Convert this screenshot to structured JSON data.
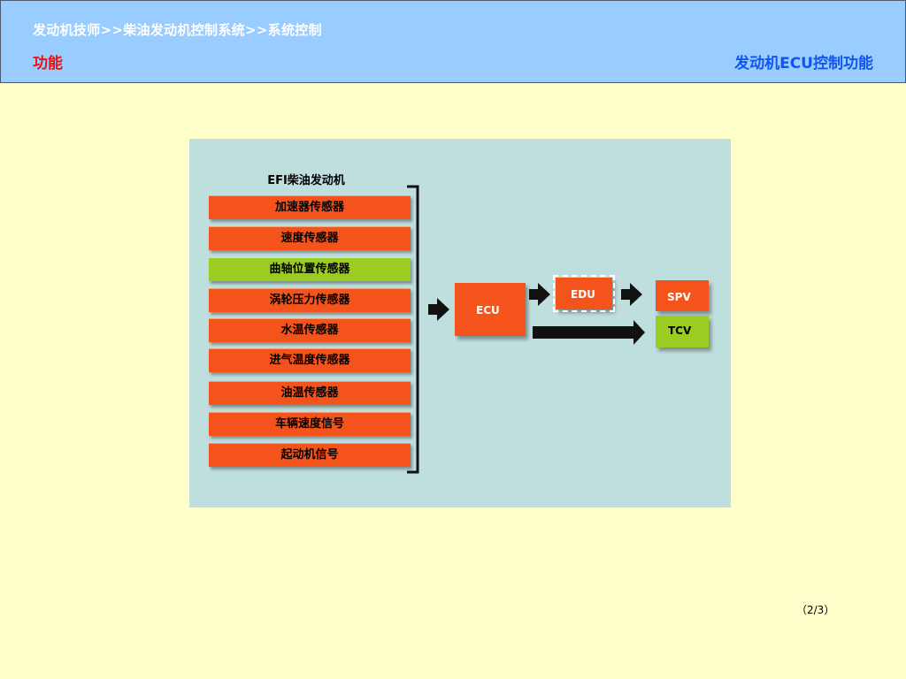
{
  "header": {
    "breadcrumb": "发动机技师>>柴油发动机控制系统>>系统控制",
    "section": "功能",
    "topic": "发动机ECU控制功能"
  },
  "diagram": {
    "title": "EFI柴油发动机",
    "sensors": [
      {
        "label": "加速器传感器",
        "color": "orange"
      },
      {
        "label": "速度传感器",
        "color": "orange"
      },
      {
        "label": "曲轴位置传感器",
        "color": "green"
      },
      {
        "label": "涡轮压力传感器",
        "color": "orange"
      },
      {
        "label": "水温传感器",
        "color": "orange"
      },
      {
        "label": "进气温度传感器",
        "color": "orange"
      },
      {
        "label": "油温传感器",
        "color": "orange"
      },
      {
        "label": "车辆速度信号",
        "color": "orange"
      },
      {
        "label": "起动机信号",
        "color": "orange"
      }
    ],
    "ecu": "ECU",
    "edu": "EDU",
    "spv": "SPV",
    "tcv": "TCV"
  },
  "colors": {
    "orange": "#f4541c",
    "green": "#9acc22",
    "header_bg": "#99ccff",
    "page_bg": "#ffffcc",
    "diagram_bg": "#bfdfdf"
  },
  "footer": {
    "page": "（2/3）"
  }
}
